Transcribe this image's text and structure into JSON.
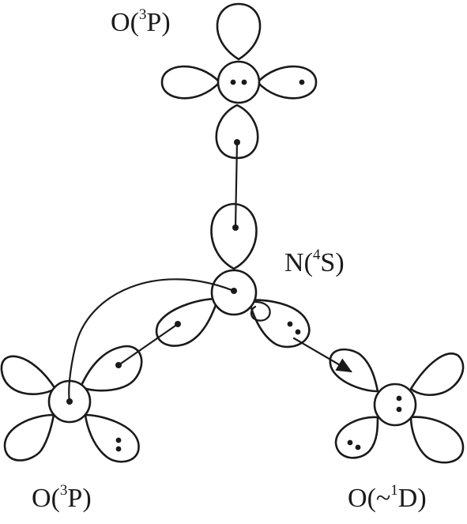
{
  "labels": {
    "o_top": {
      "atom": "O",
      "open": "(",
      "sup": "3",
      "term": "P",
      "close": ")"
    },
    "n_center": {
      "atom": "N",
      "open": "(",
      "sup": "4",
      "term": "S",
      "close": ")"
    },
    "o_left": {
      "atom": "O",
      "open": "(",
      "sup": "3",
      "term": "P",
      "close": ")"
    },
    "o_right": {
      "atom": "O",
      "open": "(~",
      "sup": "1",
      "term": "D",
      "close": ")"
    }
  },
  "colors": {
    "ink": "#1a1a1a",
    "background": "#ffffff"
  }
}
